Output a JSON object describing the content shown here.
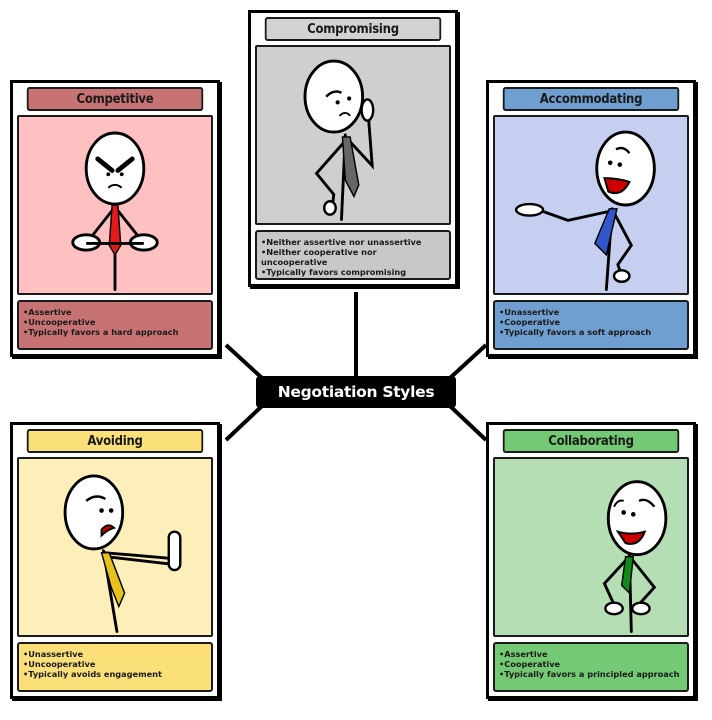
{
  "diagram": {
    "center_label": "Negotiation Styles",
    "cards": [
      {
        "id": "competitive",
        "title": "Competitive",
        "colors": {
          "header": "#c87373",
          "image_bg": "#ffc0c2",
          "notes": "#c87373",
          "tie": "#e01b1b"
        },
        "character": {
          "expression": "angry",
          "pose": "arms-crossed",
          "tie_color": "red"
        },
        "points": [
          "Assertive",
          "Uncooperative",
          "Typically favors a hard approach"
        ]
      },
      {
        "id": "compromising",
        "title": "Compromising",
        "colors": {
          "header": "#d2d2d2",
          "image_bg": "#cfcfcf",
          "notes": "#c8c8c8",
          "tie": "#666666"
        },
        "character": {
          "expression": "pondering",
          "pose": "hand-on-head",
          "tie_color": "gray"
        },
        "points": [
          "Neither assertive nor unassertive",
          "Neither cooperative nor uncooperative",
          "Typically favors compromising"
        ]
      },
      {
        "id": "accommodating",
        "title": "Accommodating",
        "colors": {
          "header": "#6f9fd0",
          "image_bg": "#c6cff0",
          "notes": "#6f9fd0",
          "tie": "#3355cc"
        },
        "character": {
          "expression": "happy",
          "pose": "offering-hand",
          "tie_color": "blue"
        },
        "points": [
          "Unassertive",
          "Cooperative",
          "Typically favors a soft approach"
        ]
      },
      {
        "id": "avoiding",
        "title": "Avoiding",
        "colors": {
          "header": "#fbe07a",
          "image_bg": "#fdefb9",
          "notes": "#fbe07a",
          "tie": "#e7c21c"
        },
        "character": {
          "expression": "worried",
          "pose": "stop-hand",
          "tie_color": "yellow"
        },
        "points": [
          "Unassertive",
          "Uncooperative",
          "Typically avoids engagement"
        ]
      },
      {
        "id": "collaborating",
        "title": "Collaborating",
        "colors": {
          "header": "#74c974",
          "image_bg": "#b6deb4",
          "notes": "#74c974",
          "tie": "#0f8a17"
        },
        "character": {
          "expression": "smiling",
          "pose": "hands-on-hips",
          "tie_color": "green"
        },
        "points": [
          "Assertive",
          "Cooperative",
          "Typically favors a principled approach"
        ]
      }
    ]
  }
}
